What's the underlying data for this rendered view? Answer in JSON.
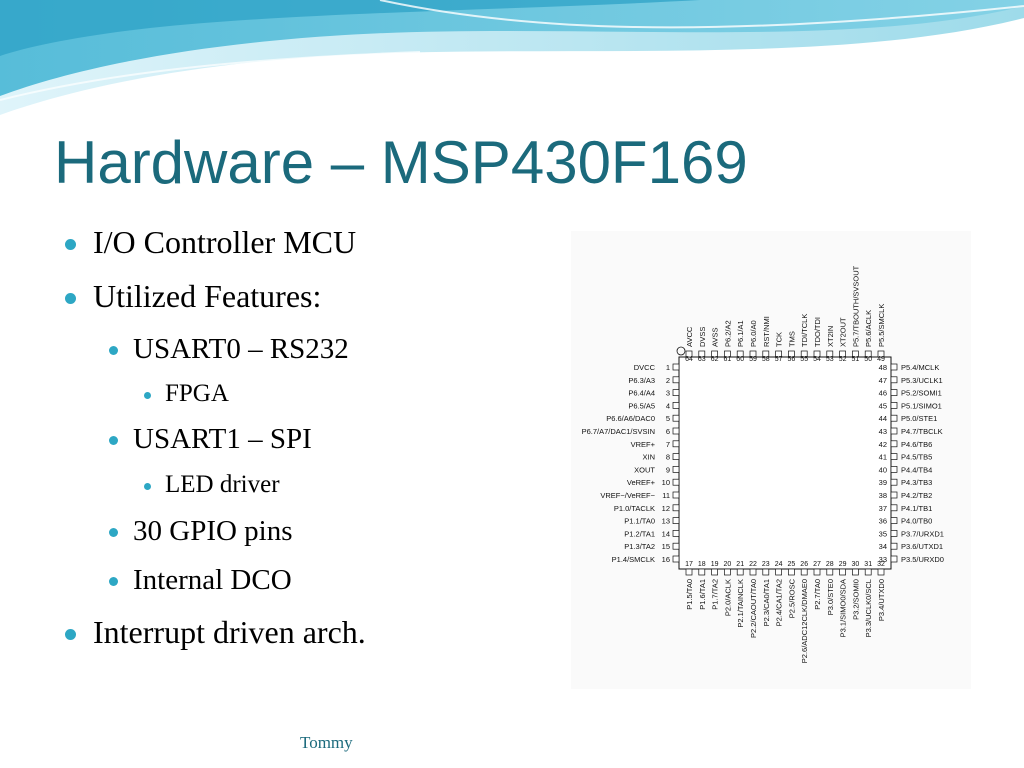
{
  "slide": {
    "title": "Hardware – MSP430F169",
    "bullets": [
      {
        "text": "I/O Controller MCU",
        "level": 1
      },
      {
        "text": "Utilized Features:",
        "level": 1
      },
      {
        "text": "USART0 – RS232",
        "level": 2
      },
      {
        "text": "FPGA",
        "level": 3
      },
      {
        "text": "USART1 – SPI",
        "level": 2
      },
      {
        "text": "LED driver",
        "level": 3
      },
      {
        "text": "30 GPIO pins",
        "level": 2
      },
      {
        "text": "Internal DCO",
        "level": 2
      },
      {
        "text": "Interrupt driven arch.",
        "level": 1
      }
    ],
    "footer": "Tommy"
  },
  "chip": {
    "left_pins": [
      {
        "num": "1",
        "label": "DVCC"
      },
      {
        "num": "2",
        "label": "P6.3/A3"
      },
      {
        "num": "3",
        "label": "P6.4/A4"
      },
      {
        "num": "4",
        "label": "P6.5/A5"
      },
      {
        "num": "5",
        "label": "P6.6/A6/DAC0"
      },
      {
        "num": "6",
        "label": "P6.7/A7/DAC1/SVSIN"
      },
      {
        "num": "7",
        "label": "VREF+"
      },
      {
        "num": "8",
        "label": "XIN"
      },
      {
        "num": "9",
        "label": "XOUT"
      },
      {
        "num": "10",
        "label": "VeREF+"
      },
      {
        "num": "11",
        "label": "VREF−/VeREF−"
      },
      {
        "num": "12",
        "label": "P1.0/TACLK"
      },
      {
        "num": "13",
        "label": "P1.1/TA0"
      },
      {
        "num": "14",
        "label": "P1.2/TA1"
      },
      {
        "num": "15",
        "label": "P1.3/TA2"
      },
      {
        "num": "16",
        "label": "P1.4/SMCLK"
      }
    ],
    "right_pins": [
      {
        "num": "48",
        "label": "P5.4/MCLK"
      },
      {
        "num": "47",
        "label": "P5.3/UCLK1"
      },
      {
        "num": "46",
        "label": "P5.2/SOMI1"
      },
      {
        "num": "45",
        "label": "P5.1/SIMO1"
      },
      {
        "num": "44",
        "label": "P5.0/STE1"
      },
      {
        "num": "43",
        "label": "P4.7/TBCLK"
      },
      {
        "num": "42",
        "label": "P4.6/TB6"
      },
      {
        "num": "41",
        "label": "P4.5/TB5"
      },
      {
        "num": "40",
        "label": "P4.4/TB4"
      },
      {
        "num": "39",
        "label": "P4.3/TB3"
      },
      {
        "num": "38",
        "label": "P4.2/TB2"
      },
      {
        "num": "37",
        "label": "P4.1/TB1"
      },
      {
        "num": "36",
        "label": "P4.0/TB0"
      },
      {
        "num": "35",
        "label": "P3.7/URXD1"
      },
      {
        "num": "34",
        "label": "P3.6/UTXD1"
      },
      {
        "num": "33",
        "label": "P3.5/URXD0"
      }
    ],
    "top_pins": [
      {
        "num": "64",
        "label": "AVCC"
      },
      {
        "num": "63",
        "label": "DVSS"
      },
      {
        "num": "62",
        "label": "AVSS"
      },
      {
        "num": "61",
        "label": "P6.2/A2"
      },
      {
        "num": "60",
        "label": "P6.1/A1"
      },
      {
        "num": "59",
        "label": "P6.0/A0"
      },
      {
        "num": "58",
        "label": "RST/NMI"
      },
      {
        "num": "57",
        "label": "TCK"
      },
      {
        "num": "56",
        "label": "TMS"
      },
      {
        "num": "55",
        "label": "TDI/TCLK"
      },
      {
        "num": "54",
        "label": "TDO/TDI"
      },
      {
        "num": "53",
        "label": "XT2IN"
      },
      {
        "num": "52",
        "label": "XT2OUT"
      },
      {
        "num": "51",
        "label": "P5.7/TBOUTH/SVSOUT"
      },
      {
        "num": "50",
        "label": "P5.6/ACLK"
      },
      {
        "num": "49",
        "label": "P5.5/SMCLK"
      }
    ],
    "bottom_pins": [
      {
        "num": "17",
        "label": "P1.5/TA0"
      },
      {
        "num": "18",
        "label": "P1.6/TA1"
      },
      {
        "num": "19",
        "label": "P1.7/TA2"
      },
      {
        "num": "20",
        "label": "P2.0/ACLK"
      },
      {
        "num": "21",
        "label": "P2.1/TAINCLK"
      },
      {
        "num": "22",
        "label": "P2.2/CAOUT/TA0"
      },
      {
        "num": "23",
        "label": "P2.3/CA0/TA1"
      },
      {
        "num": "24",
        "label": "P2.4/CA1/TA2"
      },
      {
        "num": "25",
        "label": "P2.5/ROSC"
      },
      {
        "num": "26",
        "label": "P2.6/ADC12CLK/DMAE0"
      },
      {
        "num": "27",
        "label": "P2.7/TA0"
      },
      {
        "num": "28",
        "label": "P3.0/STE0"
      },
      {
        "num": "29",
        "label": "P3.1/SIMO0/SDA"
      },
      {
        "num": "30",
        "label": "P3.2/SOMI0"
      },
      {
        "num": "31",
        "label": "P3.3/UCLK0/SCL"
      },
      {
        "num": "32",
        "label": "P3.4/UTXD0"
      }
    ]
  },
  "colors": {
    "title": "#1b6a7c",
    "bullet": "#2da7c4",
    "wave_light": "#bfe8f3",
    "wave_dark": "#3fb3d3"
  }
}
